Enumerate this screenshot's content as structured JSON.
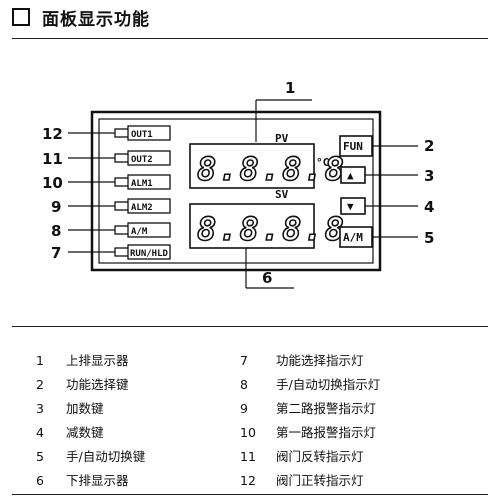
{
  "header": {
    "title": "面板显示功能"
  },
  "panel": {
    "pv_label": "PV",
    "sv_label": "SV",
    "unit": "°C",
    "pv_value": "8.8.8.8.",
    "sv_value": "8.8.8.8.",
    "indicators": [
      "OUT1",
      "OUT2",
      "ALM1",
      "ALM2",
      "A/M",
      "RUN/HLD"
    ],
    "buttons": [
      "FUN",
      "▲",
      "▼",
      "A/M"
    ]
  },
  "callouts": {
    "left": [
      "12",
      "11",
      "10",
      "9",
      "8",
      "7"
    ],
    "right": [
      "2",
      "3",
      "4",
      "5"
    ],
    "top": "1",
    "bottom": "6"
  },
  "legend": [
    {
      "num": "1",
      "text": "上排显示器"
    },
    {
      "num": "2",
      "text": "功能选择键"
    },
    {
      "num": "3",
      "text": "加数键"
    },
    {
      "num": "4",
      "text": "减数键"
    },
    {
      "num": "5",
      "text": "手/自动切换键"
    },
    {
      "num": "6",
      "text": "下排显示器"
    },
    {
      "num": "7",
      "text": "功能选择指示灯"
    },
    {
      "num": "8",
      "text": "手/自动切换指示灯"
    },
    {
      "num": "9",
      "text": "第二路报警指示灯"
    },
    {
      "num": "10",
      "text": "第一路报警指示灯"
    },
    {
      "num": "11",
      "text": "阀门反转指示灯"
    },
    {
      "num": "12",
      "text": "阀门正转指示灯"
    }
  ]
}
